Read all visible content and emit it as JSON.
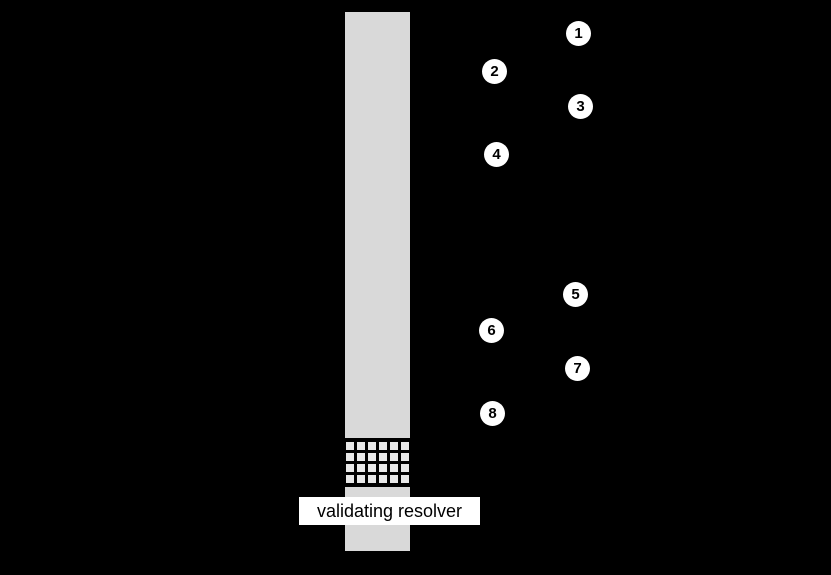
{
  "diagram": {
    "label": "validating resolver",
    "steps": [
      "1",
      "2",
      "3",
      "4",
      "5",
      "6",
      "7",
      "8"
    ],
    "colors": {
      "background": "#000000",
      "resolver_fill": "#d9d9d9",
      "grid_cell_fill": "#e8e8e8",
      "marker_fill": "#ffffff",
      "marker_text": "#000000",
      "label_background": "#ffffff",
      "label_text": "#000000"
    }
  }
}
